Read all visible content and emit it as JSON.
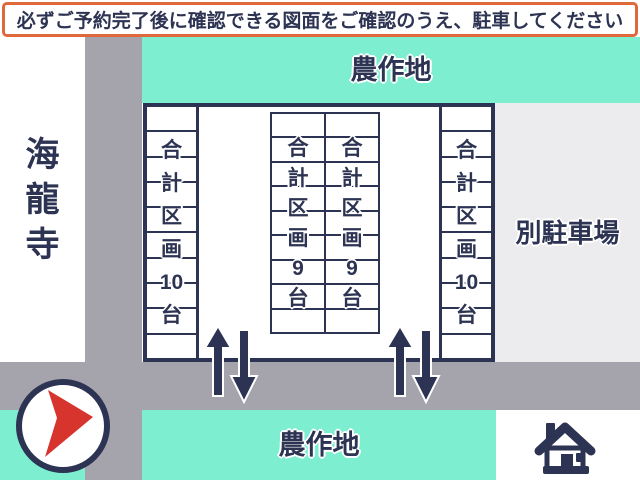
{
  "banner": {
    "text": "必ずご予約完了後に確認できる図面をご確認のうえ、駐車してください"
  },
  "areas": {
    "farmland_top": {
      "label": "農作地"
    },
    "farmland_bottom": {
      "label": "農作地"
    },
    "temple": {
      "label": "海龍寺",
      "chars": [
        "海",
        "龍",
        "寺"
      ]
    },
    "other_parking": {
      "label": "別駐車場"
    }
  },
  "parking_lot": {
    "columns": [
      {
        "id": "left",
        "label": "合計区画10台",
        "chars": [
          "合",
          "計",
          "区",
          "画",
          "10",
          "台"
        ],
        "stall_count": 10
      },
      {
        "id": "middle-left",
        "label": "合計区画9台",
        "chars": [
          "合",
          "計",
          "区",
          "画",
          "9",
          "台"
        ],
        "stall_count": 9
      },
      {
        "id": "middle-right",
        "label": "合計区画9台",
        "chars": [
          "合",
          "計",
          "区",
          "画",
          "9",
          "台"
        ],
        "stall_count": 9
      },
      {
        "id": "right",
        "label": "合計区画10台",
        "chars": [
          "合",
          "計",
          "区",
          "画",
          "10",
          "台"
        ],
        "stall_count": 10
      }
    ],
    "entrance_arrow_pairs": 2
  },
  "icons": {
    "compass": "red-direction-arrow-icon",
    "house": "house-icon"
  },
  "colors": {
    "teal": "#7EEED1",
    "road_gray": "#A5A4AC",
    "light_gray": "#ECECEE",
    "navy": "#2D3352",
    "banner_border": "#E0693C",
    "arrow_red": "#D8342E"
  }
}
